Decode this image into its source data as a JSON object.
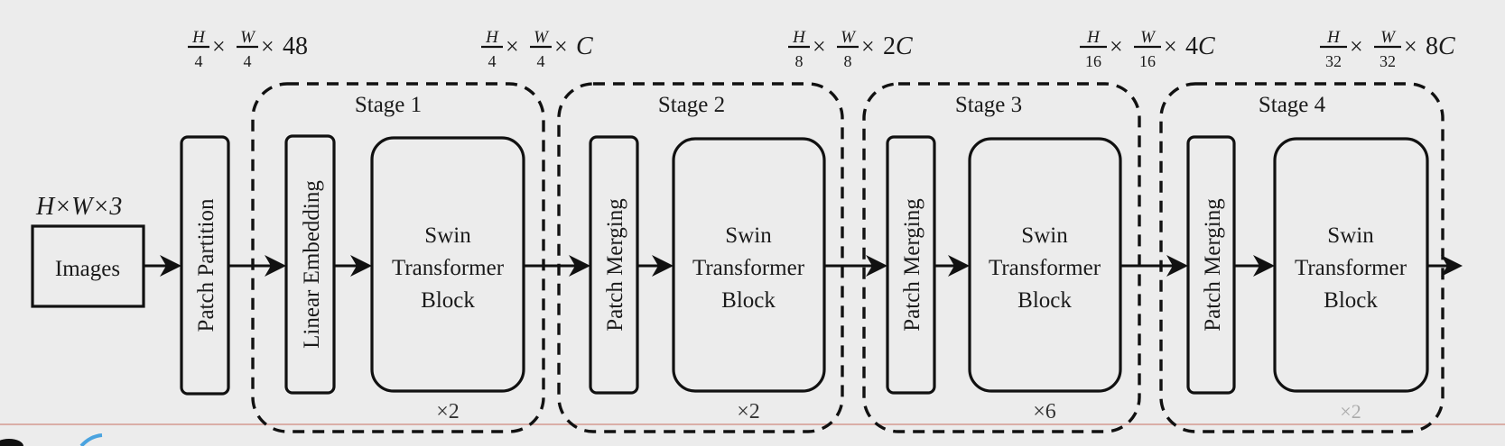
{
  "diagram": {
    "title": "Swin Transformer Architecture",
    "input": {
      "label": "Images",
      "dims": "H×W×3"
    },
    "patch_partition": {
      "label": "Patch Partition",
      "dims": {
        "h_num": "H",
        "h_den": "4",
        "w_num": "W",
        "w_den": "4",
        "suffix": "48"
      }
    },
    "stages": [
      {
        "label": "Stage 1",
        "first_block": "Linear Embedding",
        "block_lines": [
          "Swin",
          "Transformer",
          "Block"
        ],
        "repeat": "×2",
        "dims": {
          "h_num": "H",
          "h_den": "4",
          "w_num": "W",
          "w_den": "4",
          "suffix": "C"
        }
      },
      {
        "label": "Stage 2",
        "first_block": "Patch Merging",
        "block_lines": [
          "Swin",
          "Transformer",
          "Block"
        ],
        "repeat": "×2",
        "dims": {
          "h_num": "H",
          "h_den": "8",
          "w_num": "W",
          "w_den": "8",
          "suffix": "2C"
        }
      },
      {
        "label": "Stage 3",
        "first_block": "Patch Merging",
        "block_lines": [
          "Swin",
          "Transformer",
          "Block"
        ],
        "repeat": "×6",
        "dims": {
          "h_num": "H",
          "h_den": "16",
          "w_num": "W",
          "w_den": "16",
          "suffix": "4C"
        }
      },
      {
        "label": "Stage 4",
        "first_block": "Patch Merging",
        "block_lines": [
          "Swin",
          "Transformer",
          "Block"
        ],
        "repeat": "×2",
        "dims": {
          "h_num": "H",
          "h_den": "32",
          "w_num": "W",
          "w_den": "32",
          "suffix": "8C"
        }
      }
    ],
    "times": "×"
  }
}
